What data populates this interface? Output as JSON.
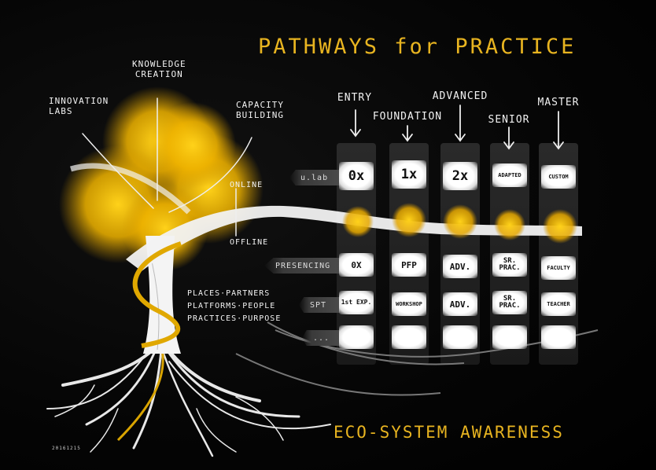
{
  "title": "PATHWAYS for PRACTICE",
  "footer": "ECO-SYSTEM AWARENESS",
  "credit": "20161215",
  "tree_branches": {
    "innovation": [
      "INNOVATION",
      "LABS"
    ],
    "knowledge": [
      "KNOWLEDGE",
      "CREATION"
    ],
    "capacity": [
      "CAPACITY",
      "BUILDING"
    ]
  },
  "trunk_labels": {
    "online": "ONLINE",
    "offline": "OFFLINE"
  },
  "practice_list": [
    "PLACES·PARTNERS",
    "PLATFORMS·PEOPLE",
    "PRACTICES·PURPOSE"
  ],
  "columns": [
    "ENTRY",
    "FOUNDATION",
    "ADVANCED",
    "SENIOR",
    "MASTER"
  ],
  "rows": [
    {
      "tag": "u.lab",
      "cells": [
        "0x",
        "1x",
        "2x",
        "ADAPTED",
        "CUSTOM"
      ]
    },
    {
      "tag": "PRESENCING",
      "cells": [
        "0X",
        "PFP",
        "ADV.",
        "SR. PRAC.",
        "FACULTY"
      ]
    },
    {
      "tag": "SPT",
      "cells": [
        "1st EXP.",
        "WORKSHOP",
        "ADV.",
        "SR. PRAC.",
        "TEACHER"
      ]
    },
    {
      "tag": "...",
      "cells": [
        "",
        "",
        "",
        "",
        ""
      ]
    }
  ],
  "colors": {
    "gold": "#e8b420",
    "ink": "#f2f2f2",
    "background": "#000000"
  }
}
